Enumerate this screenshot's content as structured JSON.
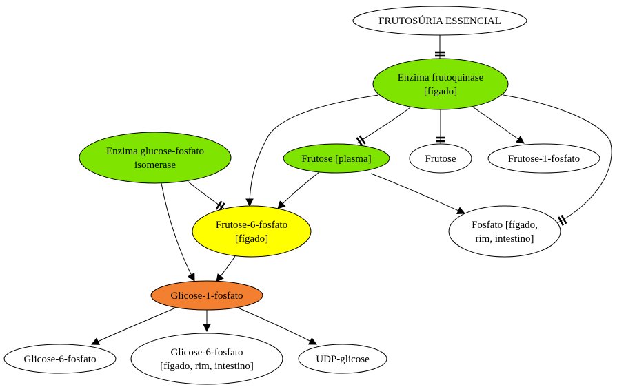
{
  "diagram": {
    "nodes": {
      "frutosuria": {
        "lines": [
          "FRUTOSÚRIA ESSENCIAL"
        ],
        "color": "#ffffff"
      },
      "frutoquinase": {
        "lines": [
          "Enzima frutoquinase",
          "[fígado]"
        ],
        "color": "#7fe500"
      },
      "isomerase": {
        "lines": [
          "Enzima glucose-fosfato",
          "isomerase"
        ],
        "color": "#7fe500"
      },
      "frutose_plasma": {
        "lines": [
          "Frutose [plasma]"
        ],
        "color": "#7fe500"
      },
      "frutose": {
        "lines": [
          "Frutose"
        ],
        "color": "#ffffff"
      },
      "frutose_1_fosfato": {
        "lines": [
          "Frutose-1-fosfato"
        ],
        "color": "#ffffff"
      },
      "frutose_6_fosfato": {
        "lines": [
          "Frutose-6-fosfato",
          "[fígado]"
        ],
        "color": "#ffff00"
      },
      "fosfato": {
        "lines": [
          "Fosfato [fígado,",
          "rim, intestino]"
        ],
        "color": "#ffffff"
      },
      "glicose_1_fosfato": {
        "lines": [
          "Glicose-1-fosfato"
        ],
        "color": "#f28030"
      },
      "glicose_6_fosfato": {
        "lines": [
          "Glicose-6-fosfato"
        ],
        "color": "#ffffff"
      },
      "glicose_6_fosfato_tecidos": {
        "lines": [
          "Glicose-6-fosfato",
          "[fígado, rim, intestino]"
        ],
        "color": "#ffffff"
      },
      "udp_glicose": {
        "lines": [
          "UDP-glicose"
        ],
        "color": "#ffffff"
      }
    },
    "edges": [
      {
        "from": "frutosuria",
        "to": "frutoquinase",
        "head": "tee"
      },
      {
        "from": "frutoquinase",
        "to": "frutose_plasma",
        "head": "tee"
      },
      {
        "from": "frutoquinase",
        "to": "frutose",
        "head": "tee"
      },
      {
        "from": "frutoquinase",
        "to": "frutose_1_fosfato",
        "head": "arrow"
      },
      {
        "from": "frutoquinase",
        "to": "frutose_6_fosfato",
        "head": "arrow"
      },
      {
        "from": "frutoquinase",
        "to": "fosfato",
        "head": "tee"
      },
      {
        "from": "isomerase",
        "to": "frutose_6_fosfato",
        "head": "tee"
      },
      {
        "from": "isomerase",
        "to": "glicose_1_fosfato",
        "head": "arrow"
      },
      {
        "from": "frutose_plasma",
        "to": "frutose_6_fosfato",
        "head": "arrow"
      },
      {
        "from": "frutose_plasma",
        "to": "fosfato",
        "head": "arrow"
      },
      {
        "from": "frutose_6_fosfato",
        "to": "glicose_1_fosfato",
        "head": "arrow"
      },
      {
        "from": "glicose_1_fosfato",
        "to": "glicose_6_fosfato",
        "head": "arrow"
      },
      {
        "from": "glicose_1_fosfato",
        "to": "glicose_6_fosfato_tecidos",
        "head": "arrow"
      },
      {
        "from": "glicose_1_fosfato",
        "to": "udp_glicose",
        "head": "arrow"
      }
    ]
  }
}
